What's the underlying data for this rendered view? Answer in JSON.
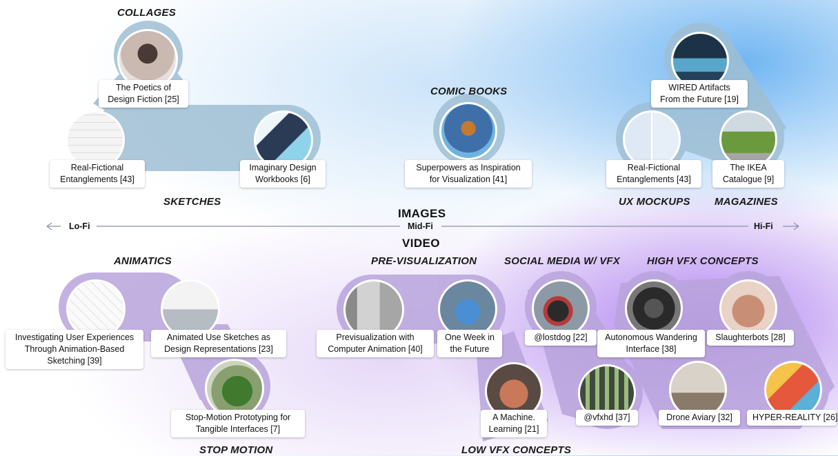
{
  "axis": {
    "low": "Lo-Fi",
    "mid": "Mid-Fi",
    "high": "Hi-Fi"
  },
  "sections": {
    "images": "IMAGES",
    "video": "VIDEO"
  },
  "groups": {
    "collages": "COLLAGES",
    "sketches": "SKETCHES",
    "comic_books": "COMIC BOOKS",
    "ux_mockups": "UX MOCKUPS",
    "magazines": "MAGAZINES",
    "animatics": "ANIMATICS",
    "stop_motion": "STOP MOTION",
    "pre_visualization": "PRE-VISUALIZATION",
    "social_media_vfx": "SOCIAL MEDIA W/ VFX",
    "low_vfx": "LOW VFX CONCEPTS",
    "high_vfx": "HIGH VFX CONCEPTS"
  },
  "items": {
    "poetics": "The Poetics of\nDesign Fiction [25]",
    "realfictional_sketch": "Real-Fictional\nEntanglements [43]",
    "imaginary": "Imaginary Design\nWorkbooks [6]",
    "superpowers": "Superpowers as Inspiration\nfor Visualization [41]",
    "wired": "WIRED Artifacts\nFrom the Future [19]",
    "realfictional_ux": "Real-Fictional\nEntanglements [43]",
    "ikea": "The IKEA\nCatalogue [9]",
    "investigating": "Investigating User Experiences\nThrough Animation-Based\nSketching [39]",
    "animated_use": "Animated Use Sketches as\nDesign Representations [23]",
    "stop_motion_proto": "Stop-Motion Prototyping for\nTangible Interfaces [7]",
    "previsualization": "Previsualization with\nComputer Animation [40]",
    "one_week": "One Week in\nthe Future",
    "lostdog": "@lostdog [22]",
    "machine": "A Machine.\nLearning [21]",
    "vfxhd": "@vfxhd [37]",
    "autonomous": "Autonomous Wandering\nInterface [38]",
    "slaughterbots": "Slaughterbots [28]",
    "drone": "Drone Aviary [32]",
    "hyper": "HYPER-REALITY [26]"
  },
  "colors": {
    "image_track": "#8fb3cc",
    "video_track": "#b39dd6",
    "axis_line": "#8a8fa8",
    "images_glow": "#5aaaf0",
    "video_glow": "#965aeb"
  }
}
